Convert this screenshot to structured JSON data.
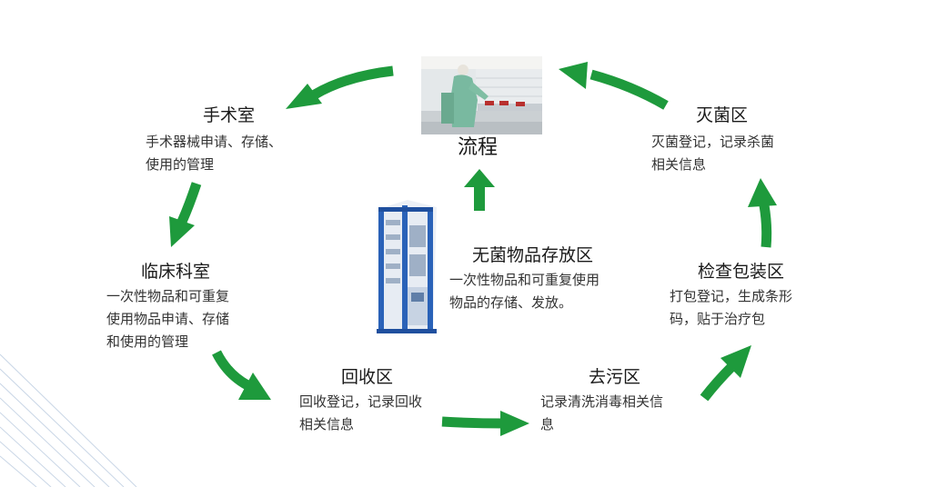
{
  "center_label": "流程",
  "nodes": {
    "operating_room": {
      "title": "手术室",
      "desc_lines": [
        "手术器械申请、存储、",
        "使用的管理"
      ]
    },
    "clinical_dept": {
      "title": "临床科室",
      "desc_lines": [
        "一次性物品和可重复",
        "使用物品申请、存储",
        "和使用的管理"
      ]
    },
    "recovery_area": {
      "title": "回收区",
      "desc_lines": [
        "回收登记，记录回收",
        "相关信息"
      ]
    },
    "decontamination_area": {
      "title": "去污区",
      "desc_lines": [
        "记录清洗消毒相关信",
        "息"
      ]
    },
    "inspection_packing_area": {
      "title": "检查包装区",
      "desc_lines": [
        "打包登记，生成条形",
        "码，贴于治疗包"
      ]
    },
    "sterilization_area": {
      "title": "灭菌区",
      "desc_lines": [
        "灭菌登记，记录杀菌",
        "相关信息"
      ]
    },
    "sterile_storage_area": {
      "title": "无菌物品存放区",
      "desc_lines": [
        "一次性物品和可重复使用",
        "物品的存储、发放。"
      ]
    }
  },
  "colors": {
    "arrow": "#1e9a3c",
    "text": "#333333",
    "title": "#1a1a1a",
    "tower_frame": "#2a62b8"
  },
  "icons": {
    "photo": "clean-room-photo",
    "tower": "storage-tower-icon"
  }
}
